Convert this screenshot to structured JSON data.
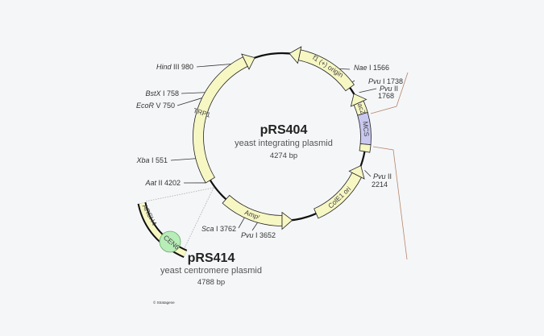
{
  "main_plasmid": {
    "name": "pRS404",
    "type": "yeast integrating plasmid",
    "size": "4274 bp"
  },
  "insert_plasmid": {
    "name": "pRS414",
    "type": "yeast centromere plasmid",
    "size": "4788 bp"
  },
  "features": [
    {
      "id": "f1",
      "label": "f1 (+) origin"
    },
    {
      "id": "trp1",
      "label": "TRP1"
    },
    {
      "id": "amp",
      "label": "Ampʳ"
    },
    {
      "id": "cole1",
      "label": "ColE1 ori"
    },
    {
      "id": "lacz",
      "label": "lacZ"
    },
    {
      "id": "mcs",
      "label": "MCS"
    },
    {
      "id": "arsh4",
      "label": "ARSH4"
    },
    {
      "id": "cen6",
      "label": "CEN6"
    }
  ],
  "sites": [
    {
      "enzyme": "Hind",
      "suffix": " III 980"
    },
    {
      "enzyme": "BstX",
      "suffix": " I 758"
    },
    {
      "enzyme": "EcoR",
      "suffix": " V 750"
    },
    {
      "enzyme": "Xba",
      "suffix": " I 551"
    },
    {
      "enzyme": "Aat",
      "suffix": " II 4202"
    },
    {
      "enzyme": "Sca",
      "suffix": " I 3762"
    },
    {
      "enzyme": "Pvu",
      "suffix": " I 3652"
    },
    {
      "enzyme": "Nae",
      "suffix": " I 1566"
    },
    {
      "enzyme": "Pvu",
      "suffix": " I 1738"
    },
    {
      "enzyme": "Pvu",
      "suffix": " II",
      "line2": "1768"
    },
    {
      "enzyme": "Pvu",
      "suffix": " II",
      "line2": "2214"
    }
  ],
  "copyright": "© Stratagene",
  "colors": {
    "feature": "#f7f7c4",
    "mcs": "#c8c8f0",
    "cen": "#b8ecb8",
    "leader": "#b5856a"
  }
}
